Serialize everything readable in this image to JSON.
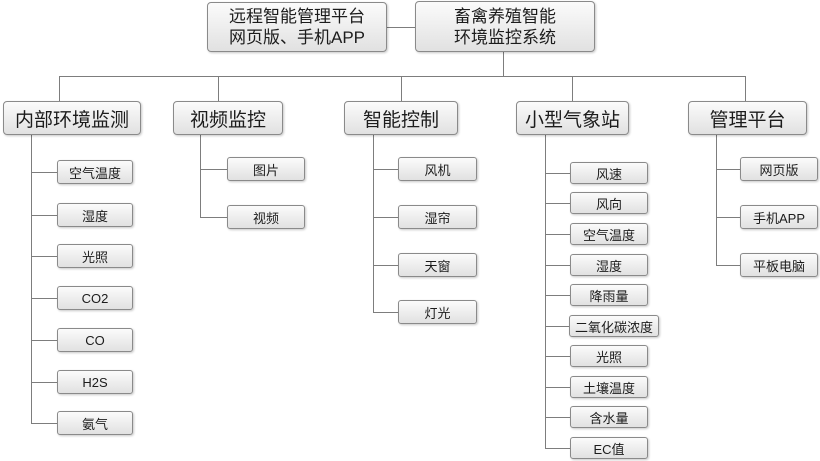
{
  "remote_platform": {
    "line1": "远程智能管理平台",
    "line2": "网页版、手机APP"
  },
  "system": {
    "line1": "畜禽养殖智能",
    "line2": "环境监控系统"
  },
  "categories": [
    {
      "label": "内部环境监测",
      "items": [
        "空气温度",
        "湿度",
        "光照",
        "CO2",
        "CO",
        "H2S",
        "氨气"
      ]
    },
    {
      "label": "视频监控",
      "items": [
        "图片",
        "视频"
      ]
    },
    {
      "label": "智能控制",
      "items": [
        "风机",
        "湿帘",
        "天窗",
        "灯光"
      ]
    },
    {
      "label": "小型气象站",
      "items": [
        "风速",
        "风向",
        "空气温度",
        "湿度",
        "降雨量",
        "二氧化碳浓度",
        "光照",
        "土壤温度",
        "含水量",
        "EC值"
      ]
    },
    {
      "label": "管理平台",
      "items": [
        "网页版",
        "手机APP",
        "平板电脑"
      ]
    }
  ],
  "colors": {
    "box_border": "#8a8a8a",
    "line": "#7d7d7d",
    "box_fill_top": "#fbfbfb",
    "box_fill_bottom": "#e1e1e1",
    "text": "#1c1c1c"
  }
}
